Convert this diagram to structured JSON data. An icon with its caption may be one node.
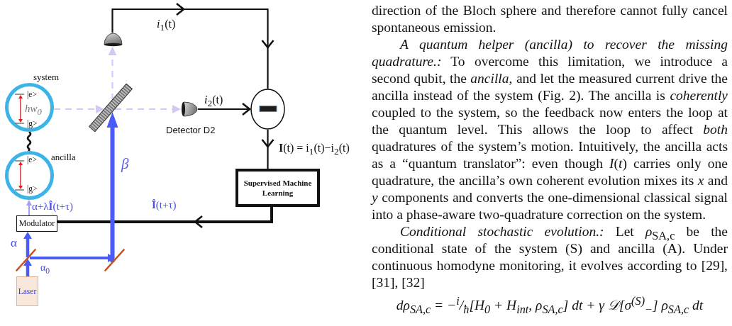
{
  "diagram": {
    "nodes": [
      {
        "text": [],
        "shape": "semicircle"
      },
      {
        "text": [
          "system",
          "|e>",
          "hw$_{0}$",
          "|g>"
        ]
      },
      {
        "text": [],
        "shape": "bar"
      },
      {
        "text": [],
        "shape": "semicircle",
        "beside": [
          "Detector D2"
        ]
      },
      {
        "text": [],
        "shape": "circle"
      },
      {
        "text": [
          "|e>",
          "ancilla",
          "|g>"
        ]
      },
      {
        "text": [
          "Supervised Machine Learning"
        ]
      },
      {
        "text": [
          "Modulator"
        ]
      },
      {
        "text": [],
        "shape": "line"
      },
      {
        "text": [],
        "shape": "line"
      },
      {
        "text": [
          "Laser"
        ]
      }
    ],
    "edges": [
      {
        "from": 1,
        "to": 2,
        "arrow": "to",
        "style": "dashed",
        "color": "#d5c8f7"
      },
      {
        "from": 2,
        "to": 0,
        "arrow": "to",
        "style": "dashed",
        "color": "#d5c8f7"
      },
      {
        "from": 2,
        "to": 3,
        "arrow": "to",
        "style": "dashed",
        "color": "#d5c8f7"
      },
      {
        "from": 0,
        "to": 4,
        "arrow": "to",
        "label": "*i*$_{1}$(t)"
      },
      {
        "from": 3,
        "to": 4,
        "arrow": "to",
        "label": "*i*$_{2}$(t)"
      },
      {
        "from": 4,
        "to": 6,
        "arrow": "to",
        "label": "**I**(t) = i$_{1}$(t)−i$_{2}$(t)"
      },
      {
        "from": 6,
        "to": 7,
        "arrow": "to",
        "label": "**Î**(t+τ)",
        "style": "thick"
      },
      {
        "from": 7,
        "to": 5,
        "arrow": "to",
        "label": "α+λ**Î**(t+τ)",
        "color": "#a99df2"
      },
      {
        "from": 10,
        "to": 8,
        "arrow": "to",
        "label": "α$_{0}$",
        "style": "thick",
        "color": "#4b5bf6"
      },
      {
        "from": 8,
        "to": 7,
        "arrow": "to",
        "label": "α",
        "style": "thick",
        "color": "#4b5bf6"
      },
      {
        "from": 8,
        "to": 9,
        "arrow": "to",
        "style": "thick",
        "color": "#4b5bf6"
      },
      {
        "from": 9,
        "to": 2,
        "arrow": "to",
        "label": "β",
        "style": "thick",
        "color": "#4b5bf6"
      },
      {
        "from": 1,
        "to": 5,
        "arrow": "none"
      }
    ],
    "labels": [
      "direction of the Bloch sphere and therefore cannot fully cancel spontaneous emission.",
      "*A quantum helper (ancilla) to recover the missing quadrature.:* To overcome this limitation, we introduce a second qubit, the *ancilla*, and let the measured current drive the ancilla instead of the system (Fig. 2). The ancilla is *coherently* coupled to the system, so the feedback now enters the loop at the quantum level. This allows the loop to affect *both* quadratures of the system’s motion. Intuitively, the ancilla acts as a “quantum translator”: even though *I*(*t*) carries only one quadrature, the ancilla’s own coherent evolution mixes its *x* and *y* components and converts the one-dimensional classical signal into a phase-aware two-quadrature correction on the system.",
      "*Conditional stochastic evolution.:* Let *ρ*$_{SA,c}$ be the conditional state of the system (S) and ancilla (A). Under continuous homodyne monitoring, it evolves according to [29], [31], [32]",
      "dρ$_{SA,c}$ = −$^{i}$/$_{ħ}$[H$_{0}$ + H$_{int}$, ρ$_{SA,c}$] dt + γ 𝒟[σ$^{(S)}$$_{−}$] ρ$_{SA,c}$ dt"
    ]
  }
}
